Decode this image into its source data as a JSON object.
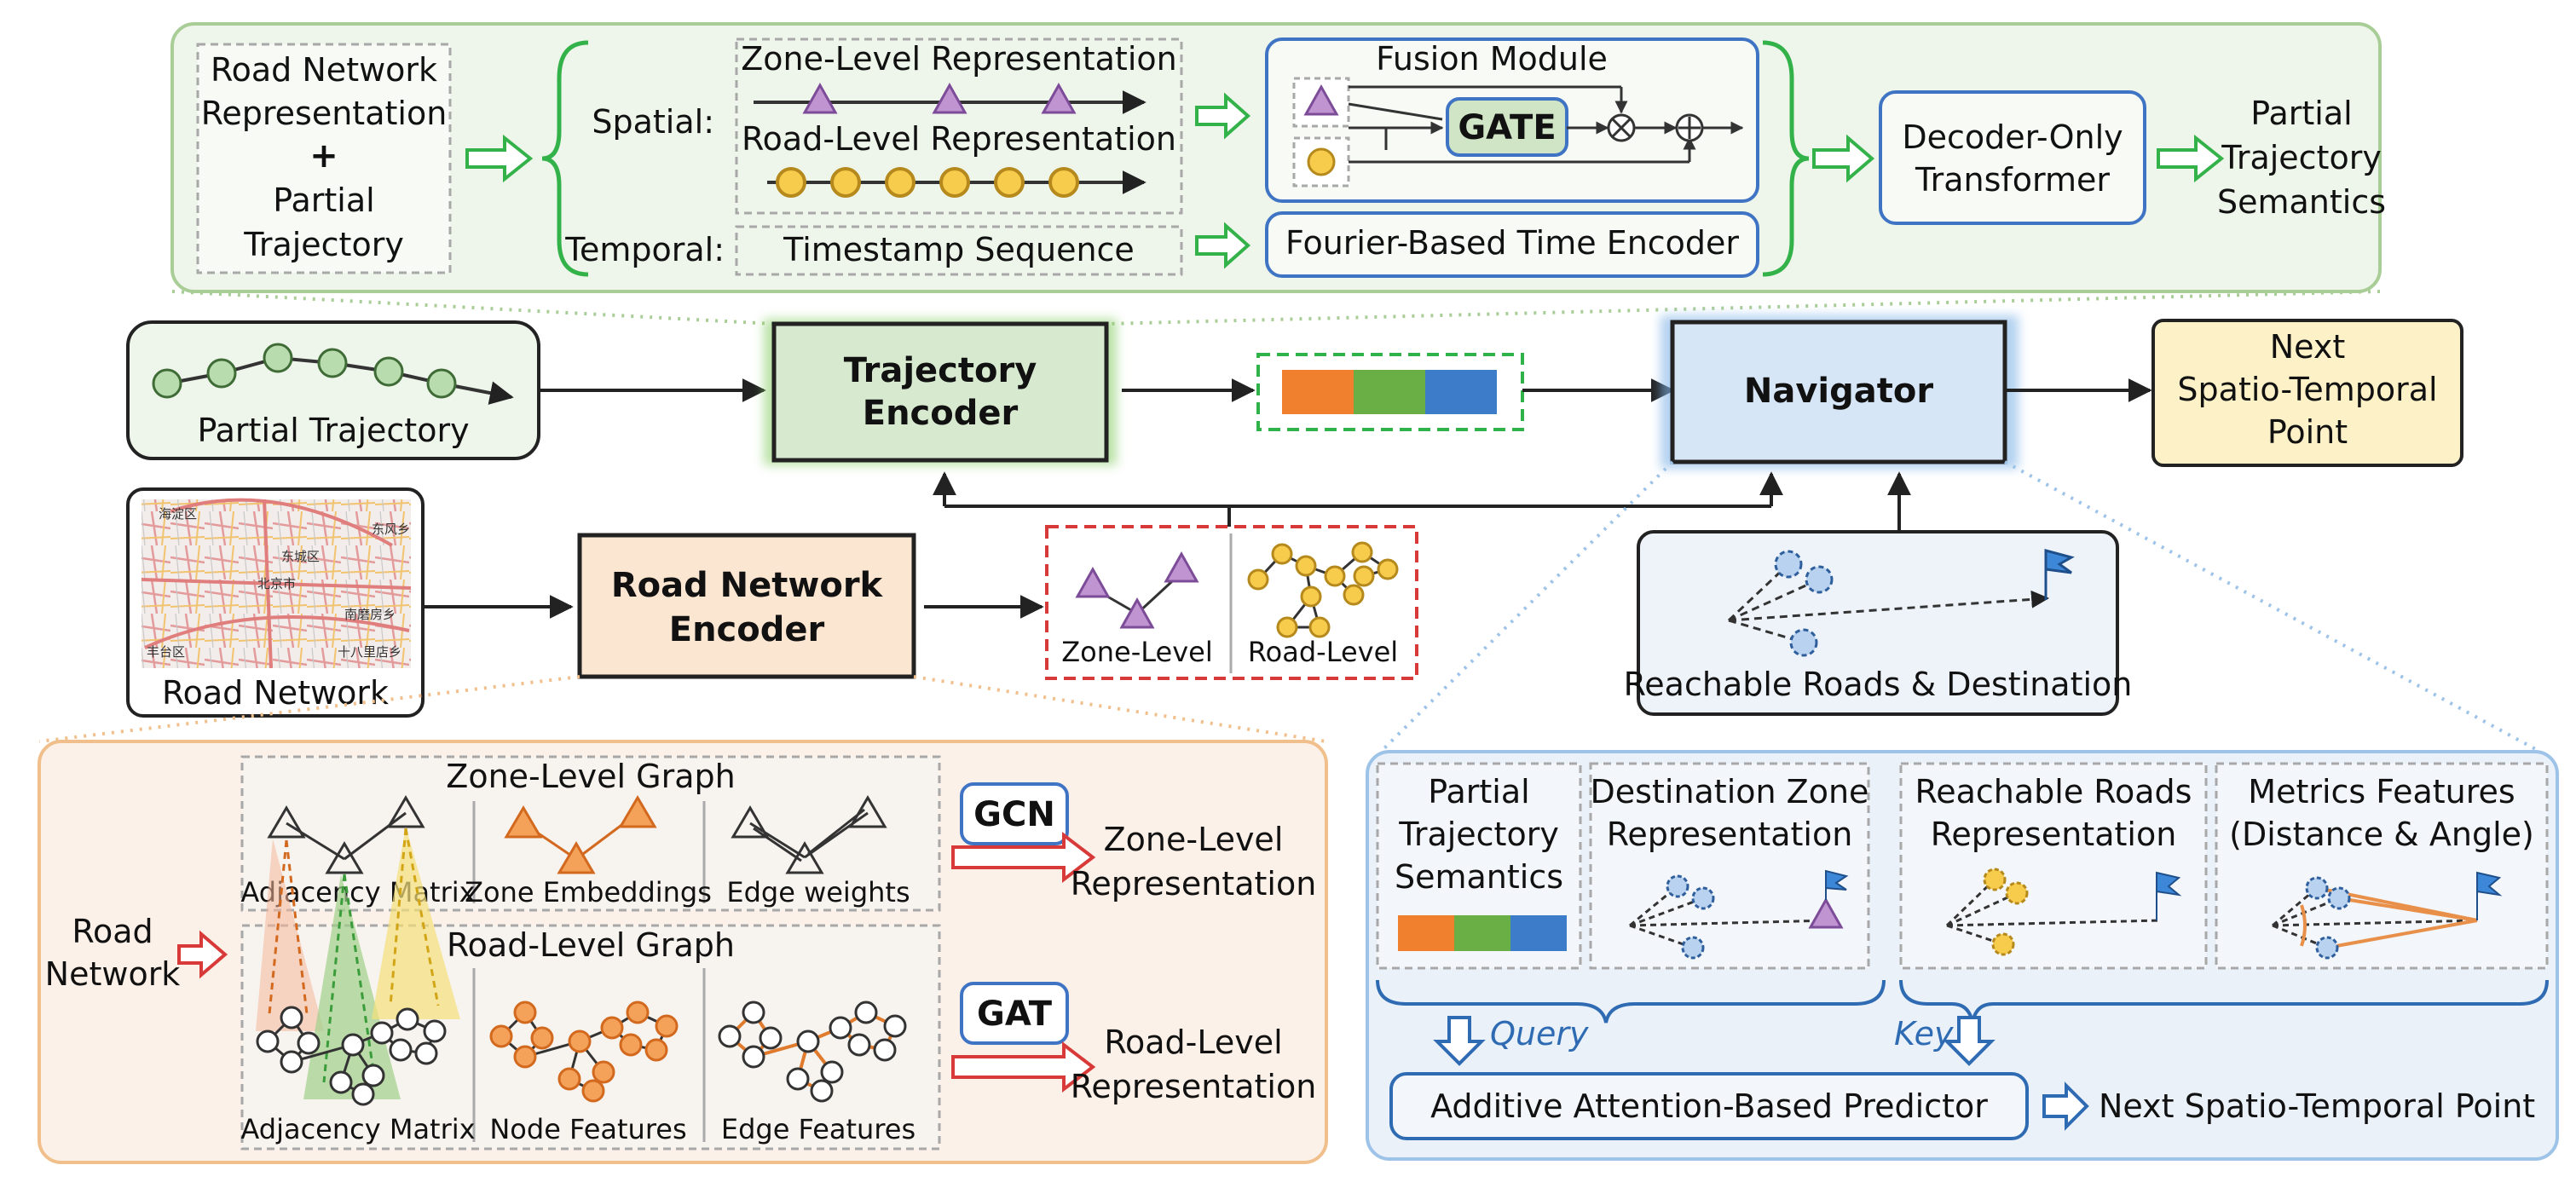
{
  "top_panel": {
    "input_line1": "Road Network",
    "input_line2": "Representation",
    "input_plus": "+",
    "input_line3": "Partial",
    "input_line4": "Trajectory",
    "spatial_label": "Spatial:",
    "temporal_label": "Temporal:",
    "zone_rep": "Zone-Level Representation",
    "road_rep": "Road-Level Representation",
    "timestamp": "Timestamp Sequence",
    "fusion": "Fusion Module",
    "gate": "GATE",
    "fourier": "Fourier-Based Time Encoder",
    "decoder_line1": "Decoder-Only",
    "decoder_line2": "Transformer",
    "output_line1": "Partial",
    "output_line2": "Trajectory",
    "output_line3": "Semantics"
  },
  "middle": {
    "partial_trajectory": "Partial Trajectory",
    "trajectory_encoder_line1": "Trajectory",
    "trajectory_encoder_line2": "Encoder",
    "navigator": "Navigator",
    "next_line1": "Next",
    "next_line2": "Spatio-Temporal",
    "next_line3": "Point",
    "road_network": "Road Network",
    "road_network_encoder_line1": "Road Network",
    "road_network_encoder_line2": "Encoder",
    "zone_level": "Zone-Level",
    "road_level": "Road-Level",
    "reachable": "Reachable Roads & Destination",
    "embed_colors": [
      "#f07f2e",
      "#6aaf45",
      "#3d7cc9"
    ]
  },
  "map": {
    "labels": [
      "海淀区",
      "东城区",
      "北京市",
      "东风乡",
      "南磨房乡",
      "丰台区",
      "十八里店乡"
    ]
  },
  "bottom_left": {
    "road_network_line1": "Road",
    "road_network_line2": "Network",
    "zone_graph": "Zone-Level Graph",
    "road_graph": "Road-Level Graph",
    "zone_sub1": "Adjacency Matrix",
    "zone_sub2": "Zone Embeddings",
    "zone_sub3": "Edge weights",
    "road_sub1": "Adjacency Matrix",
    "road_sub2": "Node Features",
    "road_sub3": "Edge Features",
    "gcn": "GCN",
    "gat": "GAT",
    "zone_out_line1": "Zone-Level",
    "zone_out_line2": "Representation",
    "road_out_line1": "Road-Level",
    "road_out_line2": "Representation"
  },
  "bottom_right": {
    "c1_line1": "Partial",
    "c1_line2": "Trajectory",
    "c1_line3": "Semantics",
    "c2_line1": "Destination Zone",
    "c2_line2": "Representation",
    "c3_line1": "Reachable Roads",
    "c3_line2": "Representation",
    "c4_line1": "Metrics Features",
    "c4_line2": "(Distance & Angle)",
    "query": "Query",
    "key": "Key",
    "predictor": "Additive Attention-Based Predictor",
    "next": "Next Spatio-Temporal Point"
  }
}
